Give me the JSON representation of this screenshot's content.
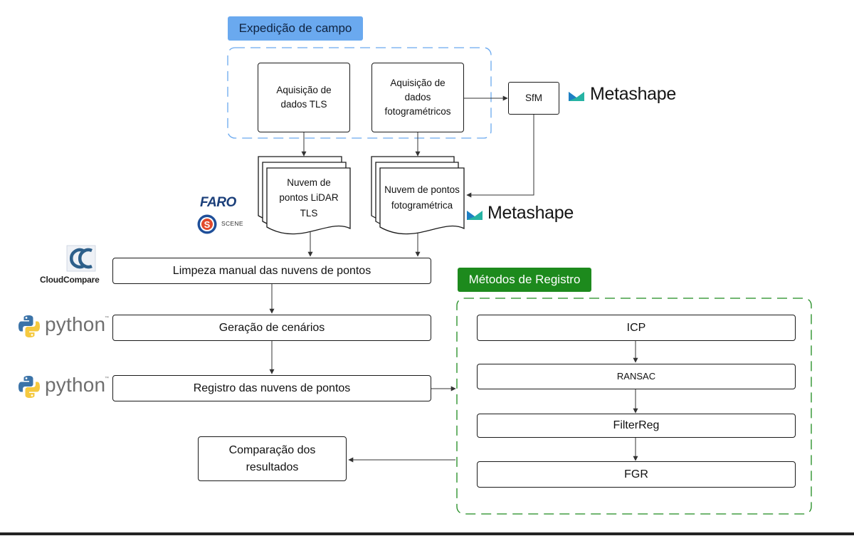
{
  "groups": {
    "field": {
      "label": "Expedição de campo",
      "color": "#6aa9ef"
    },
    "registration": {
      "label": "Métodos de Registro",
      "color": "#1d8a1d"
    }
  },
  "nodes": {
    "tls_acquisition": "Aquisição de dados TLS",
    "photo_acquisition": "Aquisição de dados fotogramétricos",
    "sfm": "SfM",
    "lidar_cloud": "Nuvem de pontos LiDAR TLS",
    "photo_cloud": "Nuvem de pontos fotogramétrica",
    "cleaning": "Limpeza manual das nuvens de pontos",
    "scenarios": "Geração de cenários",
    "registration": "Registro das nuvens de pontos",
    "comparison": "Comparação dos resultados"
  },
  "methods": [
    "ICP",
    "RANSAC",
    "FilterReg",
    "FGR"
  ],
  "logos": {
    "metashape_1": "Metashape",
    "metashape_2": "Metashape",
    "faro": "FARO",
    "scene": "SCENE",
    "cloudcompare": "CloudCompare",
    "python_1": "python",
    "python_2": "python",
    "trademark": "™"
  }
}
